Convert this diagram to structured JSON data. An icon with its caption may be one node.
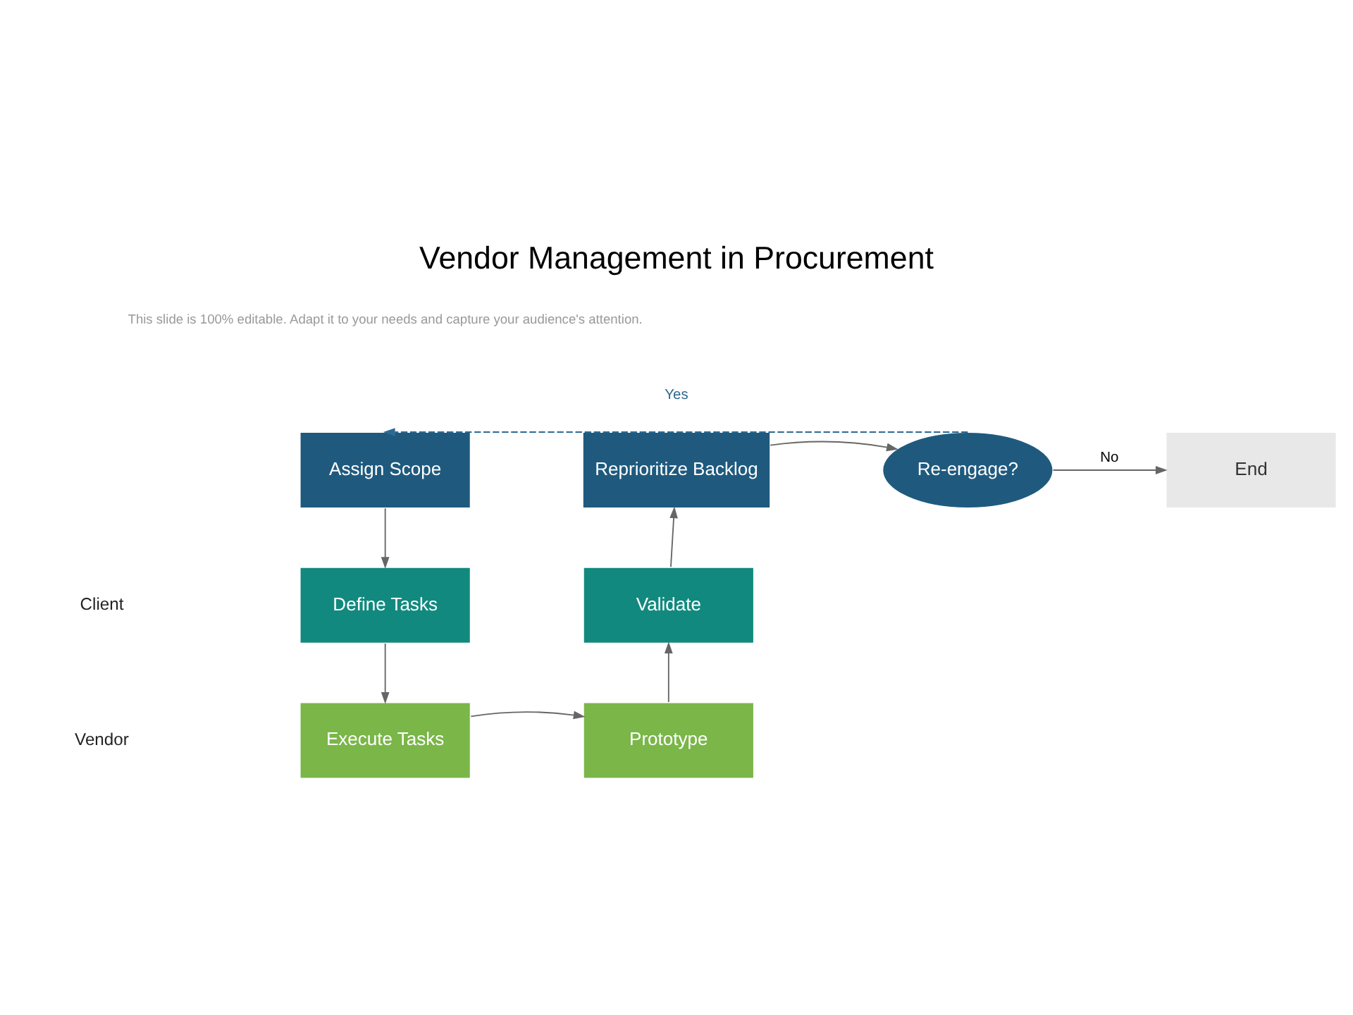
{
  "diagram": {
    "title": "Vendor Management in Procurement",
    "nodes": [
      {
        "text": [
          "Assign Scope"
        ]
      },
      {
        "text": [
          "Reprioritize Backlog"
        ]
      },
      {
        "text": [
          "Re-engage?"
        ]
      },
      {
        "text": [
          "End"
        ]
      },
      {
        "text": [
          "Define Tasks"
        ]
      },
      {
        "text": [
          "Validate"
        ]
      },
      {
        "text": [
          "Execute Tasks"
        ]
      },
      {
        "text": [
          "Prototype"
        ]
      }
    ],
    "edges": [
      {
        "from": 0,
        "to": 4,
        "arrow": "to"
      },
      {
        "from": 4,
        "to": 6,
        "arrow": "to"
      },
      {
        "from": 6,
        "to": 7,
        "arrow": "to"
      },
      {
        "from": 7,
        "to": 5,
        "arrow": "to"
      },
      {
        "from": 5,
        "to": 1,
        "arrow": "to"
      },
      {
        "from": 1,
        "to": 2,
        "arrow": "to"
      },
      {
        "from": 2,
        "to": 3,
        "arrow": "to",
        "label": "No"
      },
      {
        "from": 2,
        "to": 0,
        "arrow": "to",
        "label": "Yes",
        "style": "dashed",
        "color": "#2d6a93"
      }
    ],
    "labels": [
      "This slide is 100% editable. Adapt it to your needs and capture your audience's attention.",
      "Client",
      "Vendor"
    ]
  }
}
